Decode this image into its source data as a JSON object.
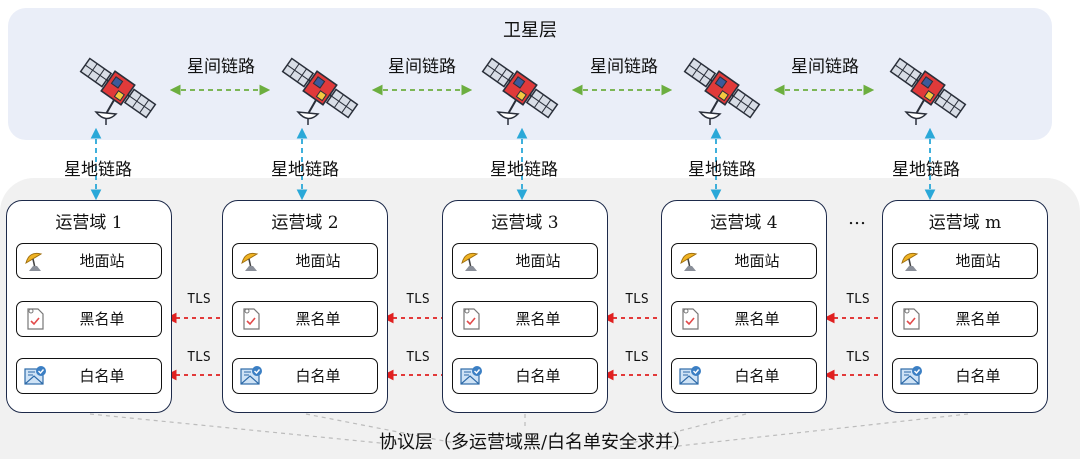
{
  "layers": {
    "satellite": "卫星层",
    "protocol": "协议层（多运营域黑/白名单安全求并）"
  },
  "links": {
    "inter_satellite": "星间链路",
    "satellite_ground": "星地链路",
    "tls": "TLS"
  },
  "domains": [
    {
      "title": "运营域 1"
    },
    {
      "title": "运营域 2"
    },
    {
      "title": "运营域 3"
    },
    {
      "title": "运营域 4"
    },
    {
      "title": "运营域 m"
    }
  ],
  "ellipsis": "…",
  "items": {
    "ground_station": "地面站",
    "blacklist": "黑名单",
    "whitelist": "白名单"
  },
  "icons": {
    "satellite": "satellite-icon",
    "ground_station": "satellite-dish-icon",
    "blacklist": "document-check-icon",
    "whitelist": "mail-check-icon"
  },
  "colors": {
    "inter_satellite_link": "#6cae3f",
    "satellite_ground_link": "#2aa8d8",
    "tls_link": "#e02020",
    "satellite_body": "#e03a3a",
    "solar_panel": "#d8dde6"
  }
}
